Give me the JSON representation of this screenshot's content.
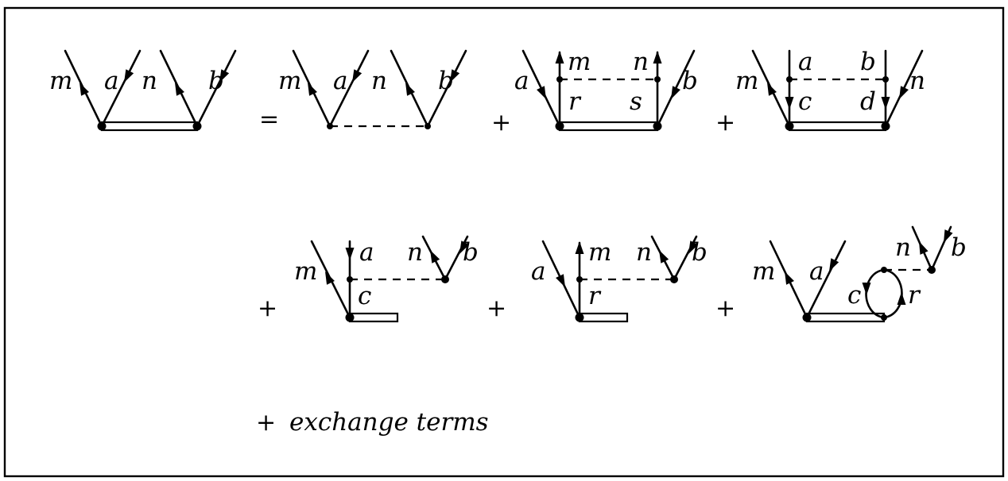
{
  "equation": {
    "operators": {
      "equals": "=",
      "plus": "+"
    },
    "labels": {
      "m": "m",
      "a": "a",
      "n": "n",
      "b": "b",
      "r": "r",
      "s": "s",
      "c": "c",
      "d": "d"
    },
    "trailing_term": "exchange terms"
  }
}
